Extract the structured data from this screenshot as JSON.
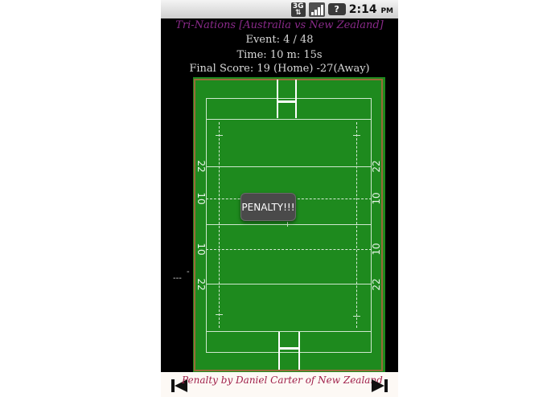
{
  "status_bar": {
    "network": "3G",
    "signal_icon": "signal-bars-icon",
    "battery_icon": "battery-unknown-icon",
    "battery_glyph": "?",
    "time": "2:14",
    "ampm": "PM"
  },
  "header": {
    "title": "Tri-Nations [Australia vs New Zealand]",
    "event": "Event: 4 / 48",
    "time": "Time: 10 m: 15s",
    "score": "Final Score: 19 (Home) -27(Away)"
  },
  "field": {
    "line_labels": {
      "top_22_left": "22",
      "top_22_right": "22",
      "top_10_left": "10",
      "top_10_right": "10",
      "bot_10_left": "10",
      "bot_10_right": "10",
      "bot_22_left": "22",
      "bot_22_right": "22"
    },
    "colors": {
      "grass": "#1e8a1e",
      "border": "#9a6a3a",
      "lines": "#cfe8cf"
    }
  },
  "toast": {
    "text": "PENALTY!!!"
  },
  "side_markers": {
    "top": "-",
    "bottom": "---"
  },
  "footer": {
    "event_description": "Penalty by Daniel Carter of New Zealand",
    "prev_icon": "skip-previous-icon",
    "next_icon": "skip-next-icon"
  }
}
